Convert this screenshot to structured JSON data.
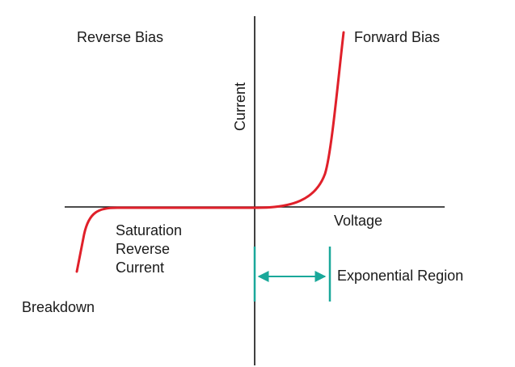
{
  "labels": {
    "reverse_bias": "Reverse Bias",
    "forward_bias": "Forward Bias",
    "current_axis": "Current",
    "voltage_axis": "Voltage",
    "saturation_line1": "Saturation",
    "saturation_line2": "Reverse",
    "saturation_line3": "Current",
    "breakdown": "Breakdown",
    "exponential_region": "Exponential Region"
  },
  "colors": {
    "curve": "#e0202a",
    "axes": "#111111",
    "region_marker": "#1aa89a",
    "text": "#1a1a1a"
  }
}
